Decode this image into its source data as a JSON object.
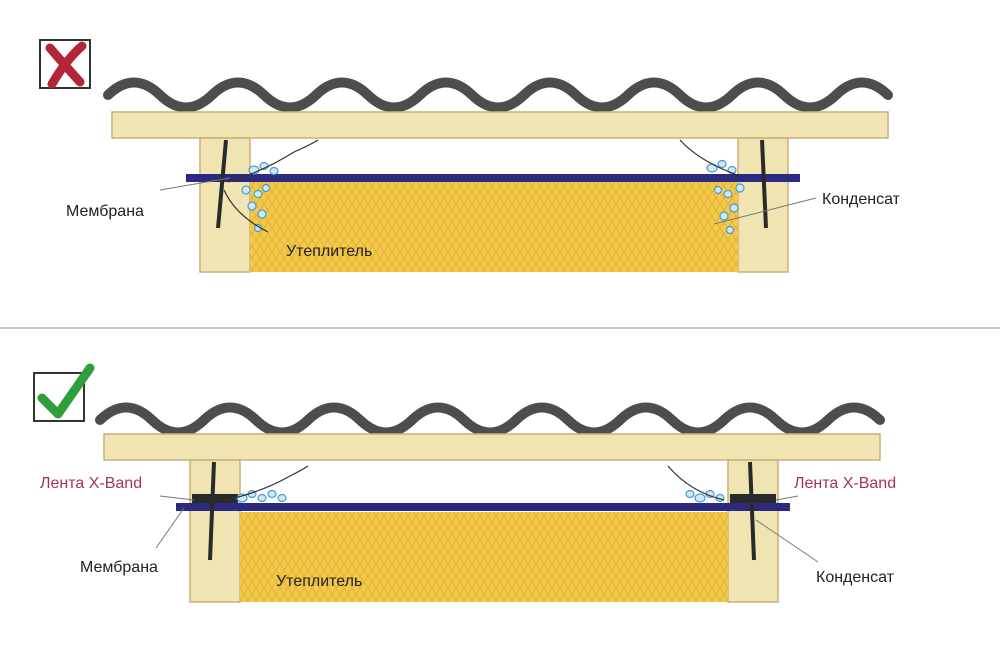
{
  "colors": {
    "roof": "#4d4d4d",
    "wood": "#f1e4b3",
    "wood_edge": "#c9b27a",
    "insulation": "#f2c94c",
    "insulation_hatch": "#e0ad2a",
    "membrane": "#2c2a80",
    "droplet": "#cfe9f7",
    "droplet_edge": "#4a9ad0",
    "tape": "#2a2a2a",
    "tape_label": "#a8325a",
    "label": "#222222",
    "wrong_mark": "#b3263a",
    "right_mark": "#2f9e3d",
    "divider": "#c8c8c8"
  },
  "panels": {
    "wrong": {
      "mark_icon": "cross-mark-icon",
      "labels": {
        "membrane": "Мембрана",
        "condensate": "Конденсат",
        "insulation": "Утеплитель"
      }
    },
    "right": {
      "mark_icon": "check-mark-icon",
      "labels": {
        "tape_left": "Лента X-Band",
        "tape_right": "Лента X-Band",
        "membrane": "Мембрана",
        "condensate": "Конденсат",
        "insulation": "Утеплитель"
      }
    }
  }
}
